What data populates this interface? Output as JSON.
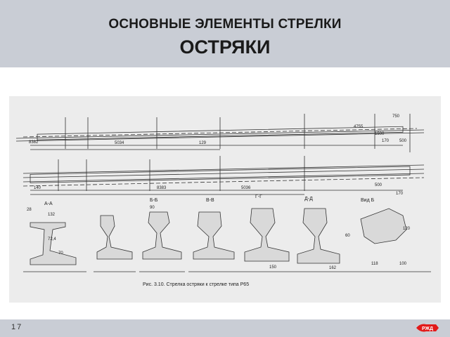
{
  "slide": {
    "title_line1": "ОСНОВНЫЕ ЭЛЕМЕНТЫ СТРЕЛКИ",
    "title_line2": "ОСТРЯКИ",
    "page_number": "17",
    "logo_text": "РЖД"
  },
  "drawing": {
    "caption": "Рис. 3.10. Стрелка остряки к стрелке типа Р65",
    "section_labels": [
      "А-А",
      "Б-Б",
      "В-В",
      "Г-Г",
      "Д-Д",
      "Вид Б"
    ],
    "dims_top": [
      "8382",
      "5034",
      "129",
      "4755",
      "1500",
      "750",
      "170",
      "500"
    ],
    "dims_mid": [
      "140",
      "8383",
      "5036",
      "500",
      "170"
    ],
    "dims_profiles": [
      "28",
      "132",
      "72,4",
      "70",
      "90",
      "150",
      "162",
      "120",
      "60",
      "118",
      "100"
    ],
    "accent_color": "#e21a1a"
  }
}
